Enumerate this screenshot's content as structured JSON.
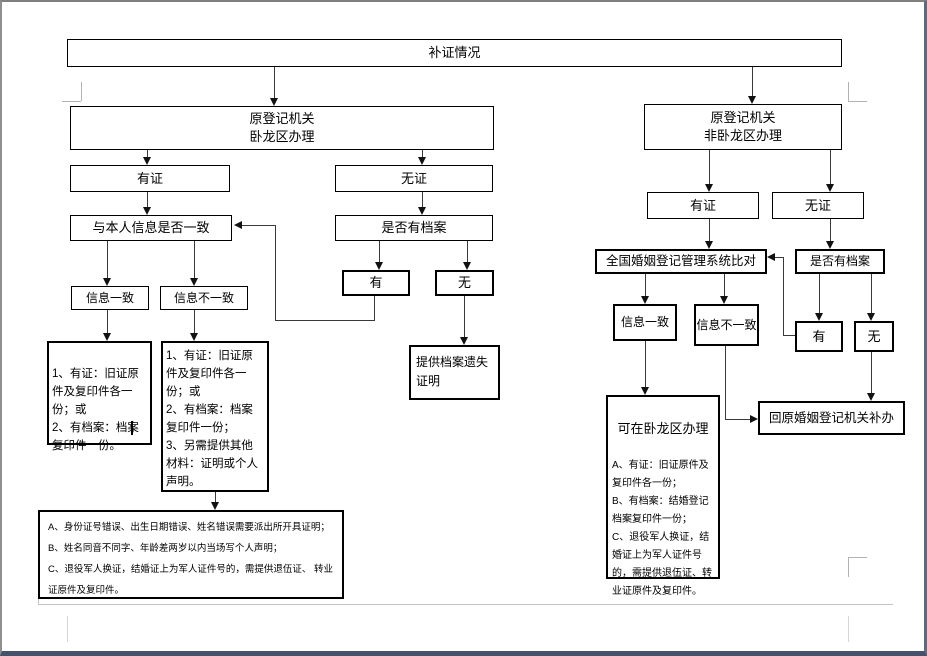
{
  "flowchart": {
    "title": "补证情况",
    "left": {
      "root": "原登记机关\n卧龙区办理",
      "has_cert": "有证",
      "no_cert": "无证",
      "identity_question": "与本人信息是否一致",
      "archive_question": "是否有档案",
      "info_match": "信息一致",
      "info_mismatch": "信息不一致",
      "archive_yes": "有",
      "archive_no": "无",
      "match_requirements": "1、有证：旧证原\n件及复印件各一\n份；或\n2、有档案：档案\n复印件一份。",
      "mismatch_requirements": "1、有证：旧证原\n件及复印件各一\n份；或\n2、有档案：档案\n复印件一份；\n3、另需提供其他\n材料：证明或个人\n声明。",
      "archive_lost": "提供档案遗失\n证明",
      "notes": "A、身份证号错误、出生日期错误、姓名错误需要派出所开具证明；\nB、姓名同音不同字、年龄差两岁以内当场写个人声明；\nC、退役军人换证，结婚证上为军人证件号的，需提供退伍证、 转业证原件及复印件。"
    },
    "right": {
      "root": "原登记机关\n非卧龙区办理",
      "has_cert": "有证",
      "no_cert": "无证",
      "system_check": "全国婚姻登记管理系统比对",
      "archive_question": "是否有档案",
      "info_match": "信息一致",
      "info_mismatch": "信息不一致",
      "archive_yes": "有",
      "archive_no": "无",
      "local_title": "可在卧龙区办理",
      "local_requirements": "A、有证：旧证原件及\n复印件各一份；\nB、有档案：结婚登记\n档案复印件一份；\nC、退役军人换证，结\n婚证上为军人证件号\n的，需提供退伍证、转\n业证原件及复印件。",
      "return_to_origin": "回原婚姻登记机关补办"
    }
  },
  "colors": {
    "box_border": "#000000",
    "connector": "#3a3a3a",
    "page_background": "#ffffff",
    "page_frame": "#44536b"
  }
}
